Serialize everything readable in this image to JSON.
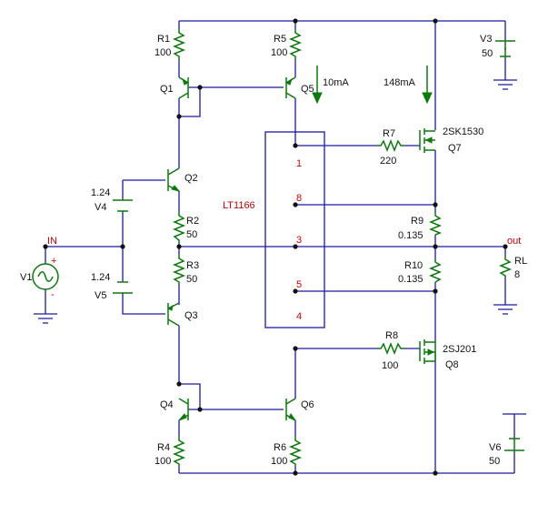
{
  "ic": {
    "name": "LT1166",
    "pins": [
      "1",
      "8",
      "3",
      "5",
      "4"
    ]
  },
  "resistors": [
    {
      "ref": "R1",
      "value": "100"
    },
    {
      "ref": "R5",
      "value": "100"
    },
    {
      "ref": "R7",
      "value": "220"
    },
    {
      "ref": "R2",
      "value": "50"
    },
    {
      "ref": "R3",
      "value": "50"
    },
    {
      "ref": "R9",
      "value": "0.135"
    },
    {
      "ref": "R10",
      "value": "0.135"
    },
    {
      "ref": "R8",
      "value": "100"
    },
    {
      "ref": "R4",
      "value": "100"
    },
    {
      "ref": "R6",
      "value": "100"
    },
    {
      "ref": "RL",
      "value": "8"
    }
  ],
  "transistors": [
    {
      "ref": "Q1"
    },
    {
      "ref": "Q5"
    },
    {
      "ref": "Q2"
    },
    {
      "ref": "Q3"
    },
    {
      "ref": "Q4"
    },
    {
      "ref": "Q6"
    }
  ],
  "mosfets": [
    {
      "ref": "Q7",
      "part": "2SK1530"
    },
    {
      "ref": "Q8",
      "part": "2SJ201"
    }
  ],
  "sources": [
    {
      "ref": "V3",
      "value": "50"
    },
    {
      "ref": "V6",
      "value": "50"
    },
    {
      "ref": "V4",
      "value": "1.24"
    },
    {
      "ref": "V5",
      "value": "1.24"
    },
    {
      "ref": "V1",
      "plus": "+",
      "minus": "-"
    }
  ],
  "currents": {
    "q5": "10mA",
    "q7": "148mA"
  },
  "nets": {
    "input": "IN",
    "output": "out"
  }
}
